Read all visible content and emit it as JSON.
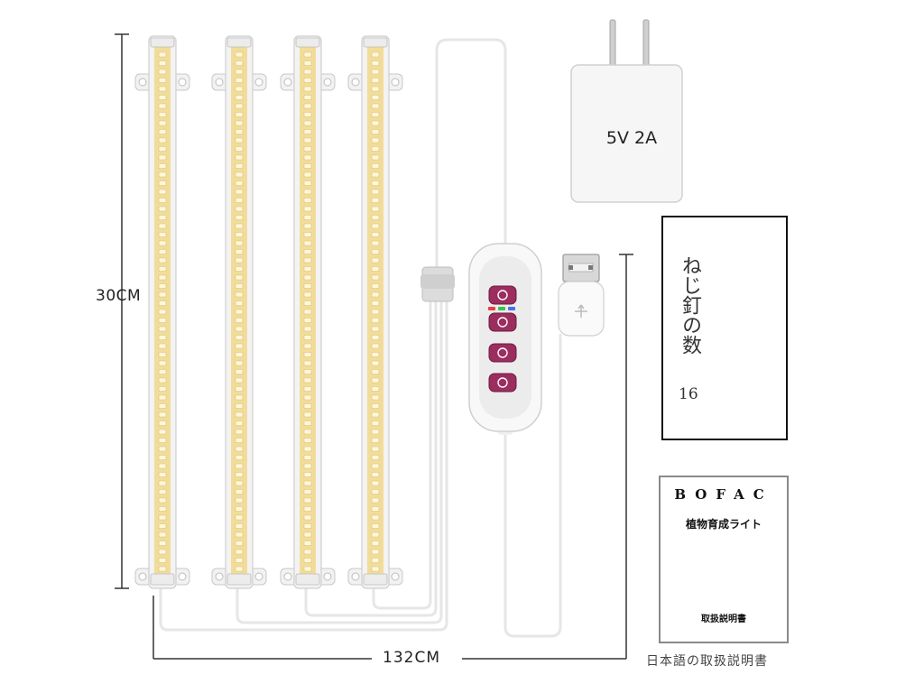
{
  "product_image": {
    "bar_count": 4,
    "led_color": "#f2dc9a",
    "dimensions": {
      "height_label": "30CM",
      "cable_length_label": "132CM"
    },
    "adapter": {
      "rating_label": "5V 2A",
      "icon": "power-adapter-icon"
    },
    "controller": {
      "icon": "remote-controller-icon",
      "buttons": [
        {
          "icon": "power-icon"
        },
        {
          "icon": "cycle-timer-icon"
        },
        {
          "icon": "dimmer-icon"
        },
        {
          "icon": "spectrum-icon"
        }
      ],
      "indicator_colors": [
        "#e84040",
        "#3fbf4f",
        "#4a6ee8"
      ],
      "button_color": "#9c2d5f"
    },
    "usb_plug": {
      "icon": "usb-plug-icon"
    },
    "screws": {
      "title": "ねじ釘の数",
      "count": "16"
    },
    "manual": {
      "brand": "BOFAC",
      "title": "植物育成ライト",
      "footer": "取扱説明書",
      "caption": "日本語の取扱説明書"
    }
  }
}
